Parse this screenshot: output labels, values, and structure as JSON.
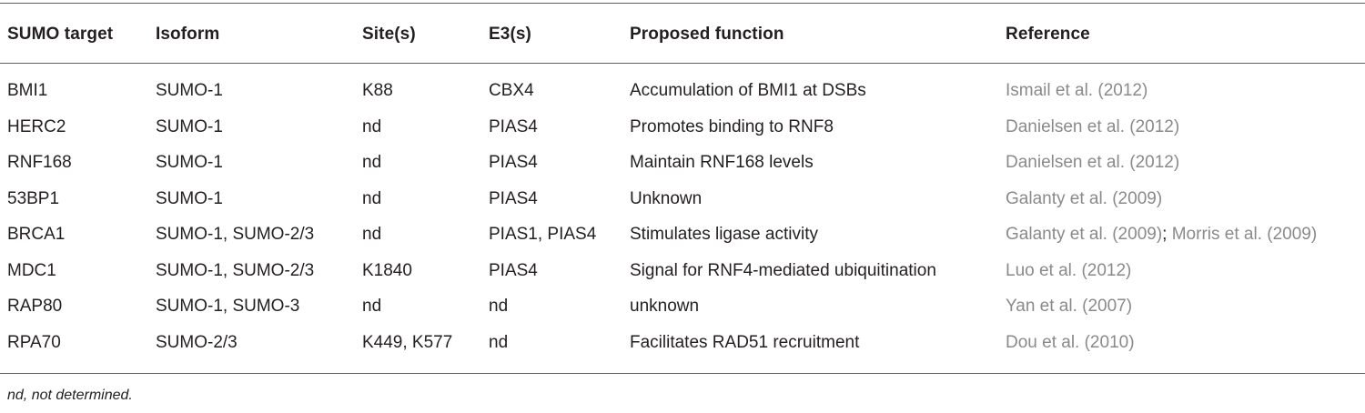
{
  "table": {
    "headers": [
      "SUMO target",
      "Isoform",
      "Site(s)",
      "E3(s)",
      "Proposed function",
      "Reference"
    ],
    "rows": [
      {
        "target": "BMI1",
        "isoform": "SUMO-1",
        "sites": "K88",
        "e3": "CBX4",
        "function": "Accumulation of BMI1 at DSBs",
        "refs": [
          "Ismail et al. (2012)"
        ]
      },
      {
        "target": "HERC2",
        "isoform": "SUMO-1",
        "sites": "nd",
        "e3": "PIAS4",
        "function": "Promotes binding to RNF8",
        "refs": [
          "Danielsen et al. (2012)"
        ]
      },
      {
        "target": "RNF168",
        "isoform": "SUMO-1",
        "sites": "nd",
        "e3": "PIAS4",
        "function": "Maintain RNF168 levels",
        "refs": [
          "Danielsen et al. (2012)"
        ]
      },
      {
        "target": "53BP1",
        "isoform": "SUMO-1",
        "sites": "nd",
        "e3": "PIAS4",
        "function": "Unknown",
        "refs": [
          "Galanty et al. (2009)"
        ]
      },
      {
        "target": "BRCA1",
        "isoform": "SUMO-1, SUMO-2/3",
        "sites": "nd",
        "e3": "PIAS1, PIAS4",
        "function": "Stimulates ligase activity",
        "refs": [
          "Galanty et al. (2009)",
          "Morris et al. (2009)"
        ]
      },
      {
        "target": "MDC1",
        "isoform": "SUMO-1, SUMO-2/3",
        "sites": "K1840",
        "e3": "PIAS4",
        "function": "Signal for RNF4-mediated ubiquitination",
        "refs": [
          "Luo et al. (2012)"
        ]
      },
      {
        "target": "RAP80",
        "isoform": "SUMO-1, SUMO-3",
        "sites": "nd",
        "e3": "nd",
        "function": "unknown",
        "refs": [
          "Yan et al. (2007)"
        ]
      },
      {
        "target": "RPA70",
        "isoform": "SUMO-2/3",
        "sites": "K449, K577",
        "e3": "nd",
        "function": "Facilitates RAD51 recruitment",
        "refs": [
          "Dou et al. (2010)"
        ]
      }
    ],
    "ref_separator": "; "
  },
  "footnote": "nd, not determined.",
  "colors": {
    "text": "#231f20",
    "reference_link": "#8a8a8a",
    "rule": "#5f5f5f"
  }
}
